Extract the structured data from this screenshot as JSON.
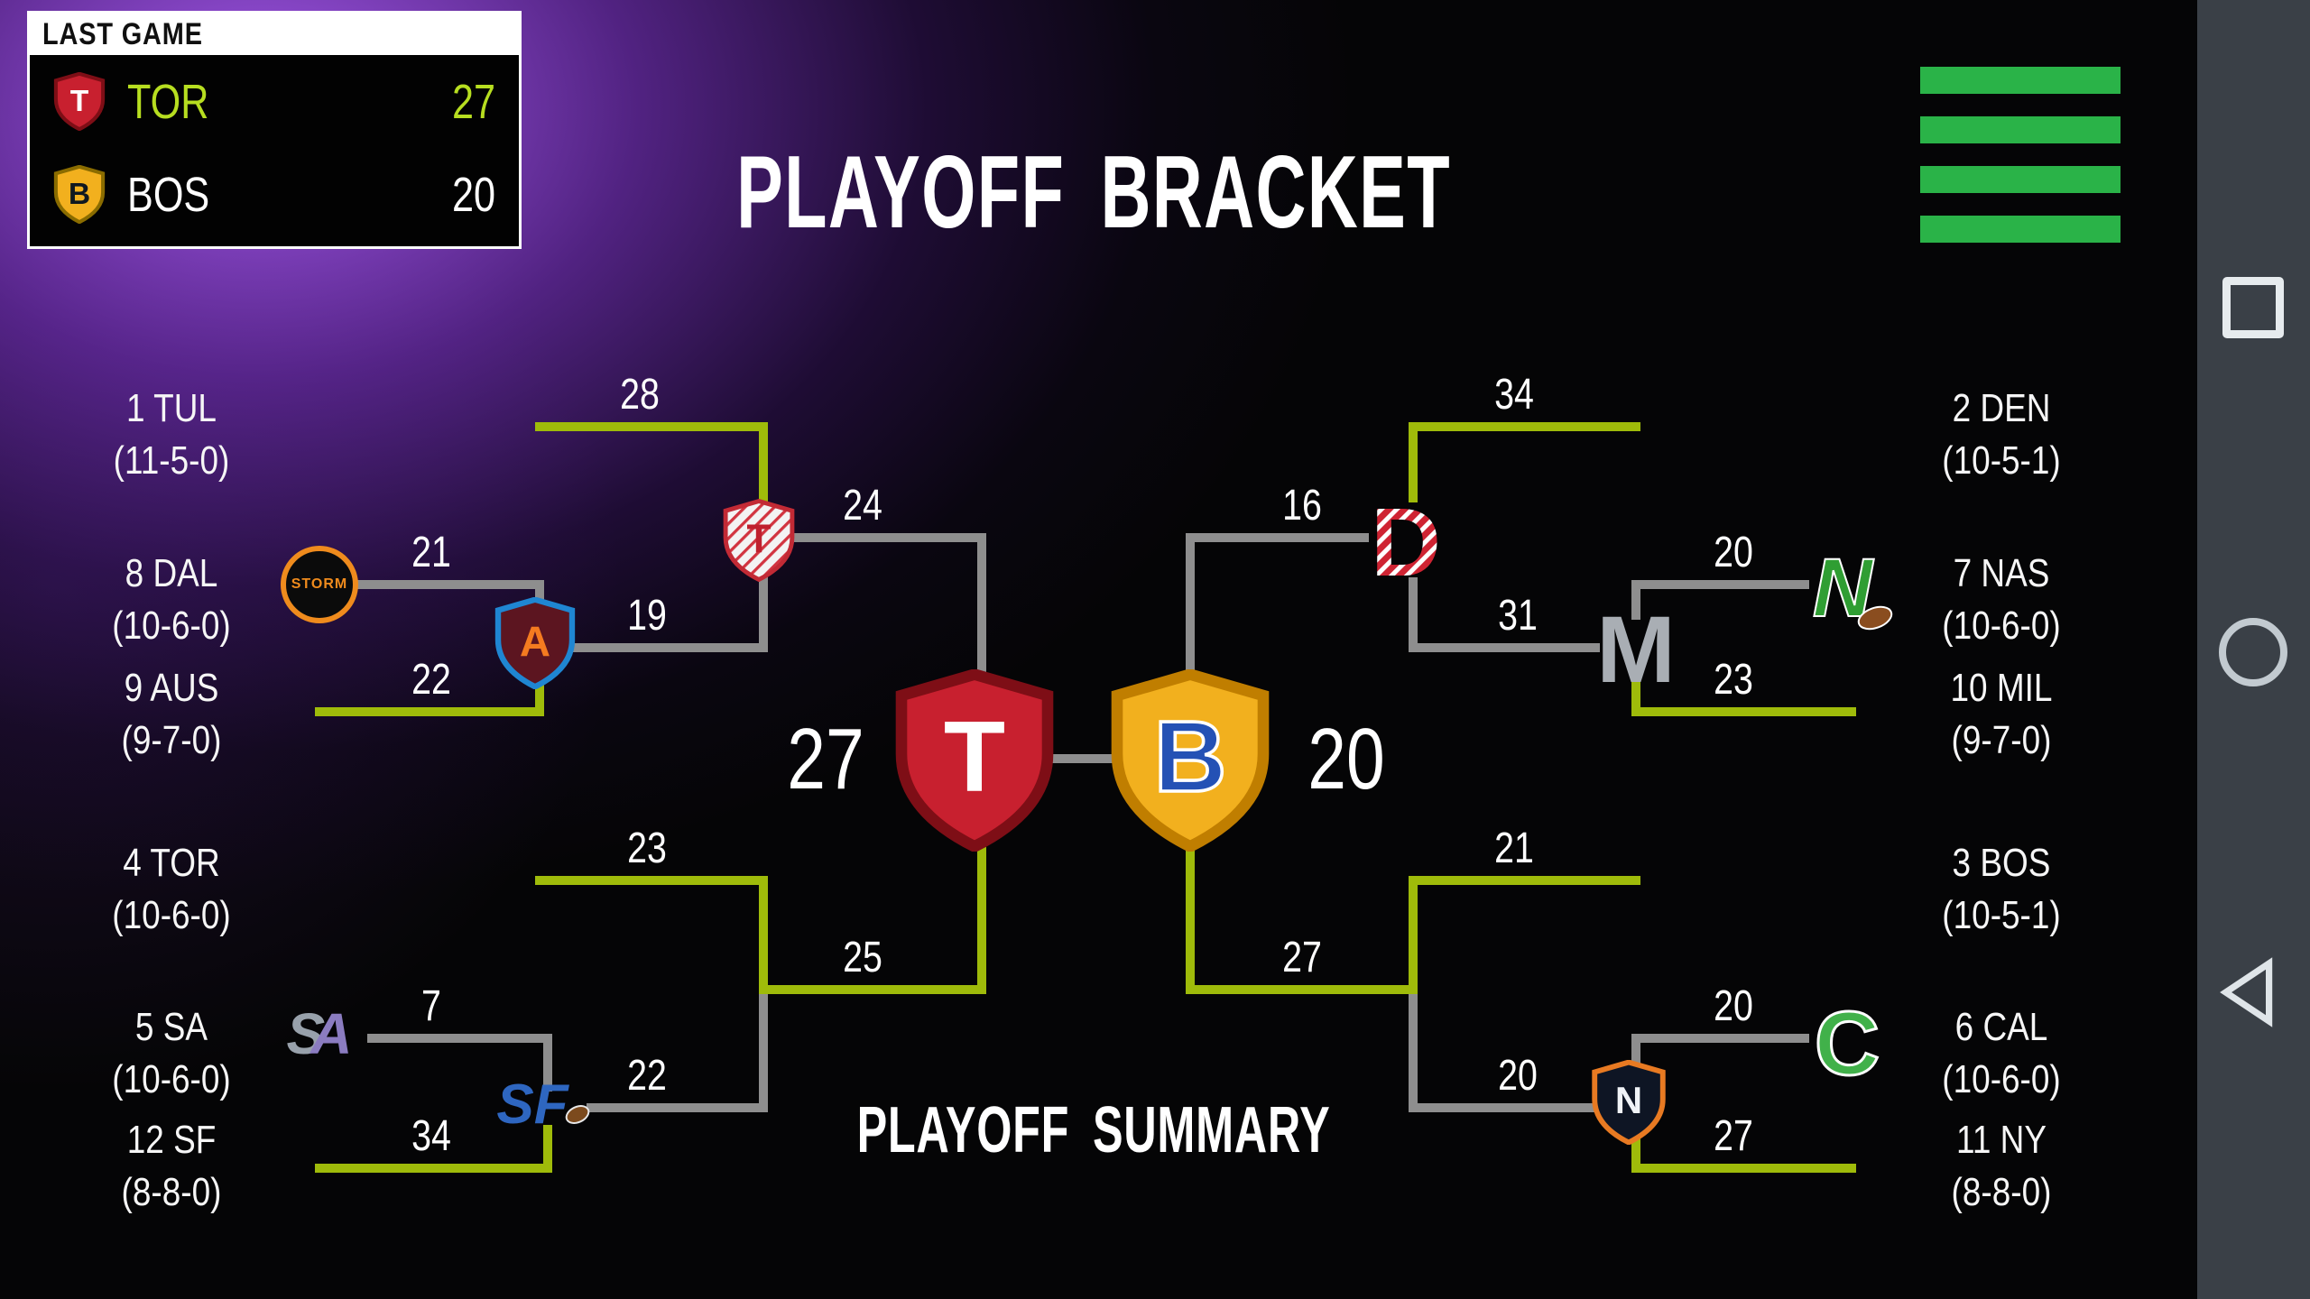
{
  "header": {
    "title": "PLAYOFF BRACKET"
  },
  "summary": {
    "label": "PLAYOFF SUMMARY"
  },
  "last_game": {
    "title": "LAST GAME",
    "rows": [
      {
        "team": "TOR",
        "score": "27",
        "winner": true
      },
      {
        "team": "BOS",
        "score": "20",
        "winner": false
      }
    ]
  },
  "teams": {
    "left": [
      {
        "label": "1 TUL",
        "record": "(11-5-0)"
      },
      {
        "label": "8 DAL",
        "record": "(10-6-0)"
      },
      {
        "label": "9 AUS",
        "record": "(9-7-0)"
      },
      {
        "label": "4 TOR",
        "record": "(10-6-0)"
      },
      {
        "label": "5 SA",
        "record": "(10-6-0)"
      },
      {
        "label": "12 SF",
        "record": "(8-8-0)"
      }
    ],
    "right": [
      {
        "label": "2 DEN",
        "record": "(10-5-1)"
      },
      {
        "label": "7 NAS",
        "record": "(10-6-0)"
      },
      {
        "label": "10 MIL",
        "record": "(9-7-0)"
      },
      {
        "label": "3 BOS",
        "record": "(10-5-1)"
      },
      {
        "label": "6 CAL",
        "record": "(10-6-0)"
      },
      {
        "label": "11 NY",
        "record": "(8-8-0)"
      }
    ]
  },
  "scores": {
    "l_tul_qf": "28",
    "l_dal_r1": "21",
    "l_aus_qf": "19",
    "l_aus_r1": "22",
    "l_tul_sf": "24",
    "l_tor_qf": "23",
    "l_sa_r1": "7",
    "l_sf_qf": "22",
    "l_sf_r1": "34",
    "l_tor_sf": "25",
    "r_den_qf": "34",
    "r_den_sf": "16",
    "r_nas_r1": "20",
    "r_mil_qf": "31",
    "r_mil_r1": "23",
    "r_bos_qf": "21",
    "r_cal_r1": "20",
    "r_ny_qf": "20",
    "r_ny_r1": "27",
    "r_bos_sf": "27",
    "final_tor": "27",
    "final_bos": "20"
  },
  "logos": {
    "tor": "T",
    "bos": "B",
    "tul": "T",
    "aus": "A",
    "den": "D",
    "mil": "M",
    "nas": "N",
    "cal": "C",
    "ny": "N",
    "dal": "STORM",
    "sa_s": "S",
    "sa_a": "A",
    "sf": "SF"
  },
  "icons": {
    "menu": "hamburger-menu",
    "recents": "square-outline",
    "home": "circle-outline",
    "back": "triangle-left-outline"
  },
  "colors": {
    "winner_green": "#9fbb0a",
    "winner_text": "#b7de20",
    "line_gray": "#8e8e8e",
    "menu_green": "#2ab348",
    "glow_purple": "#9a4fe0",
    "shield_red": "#c8202f",
    "shield_gold": "#f2b01e"
  }
}
